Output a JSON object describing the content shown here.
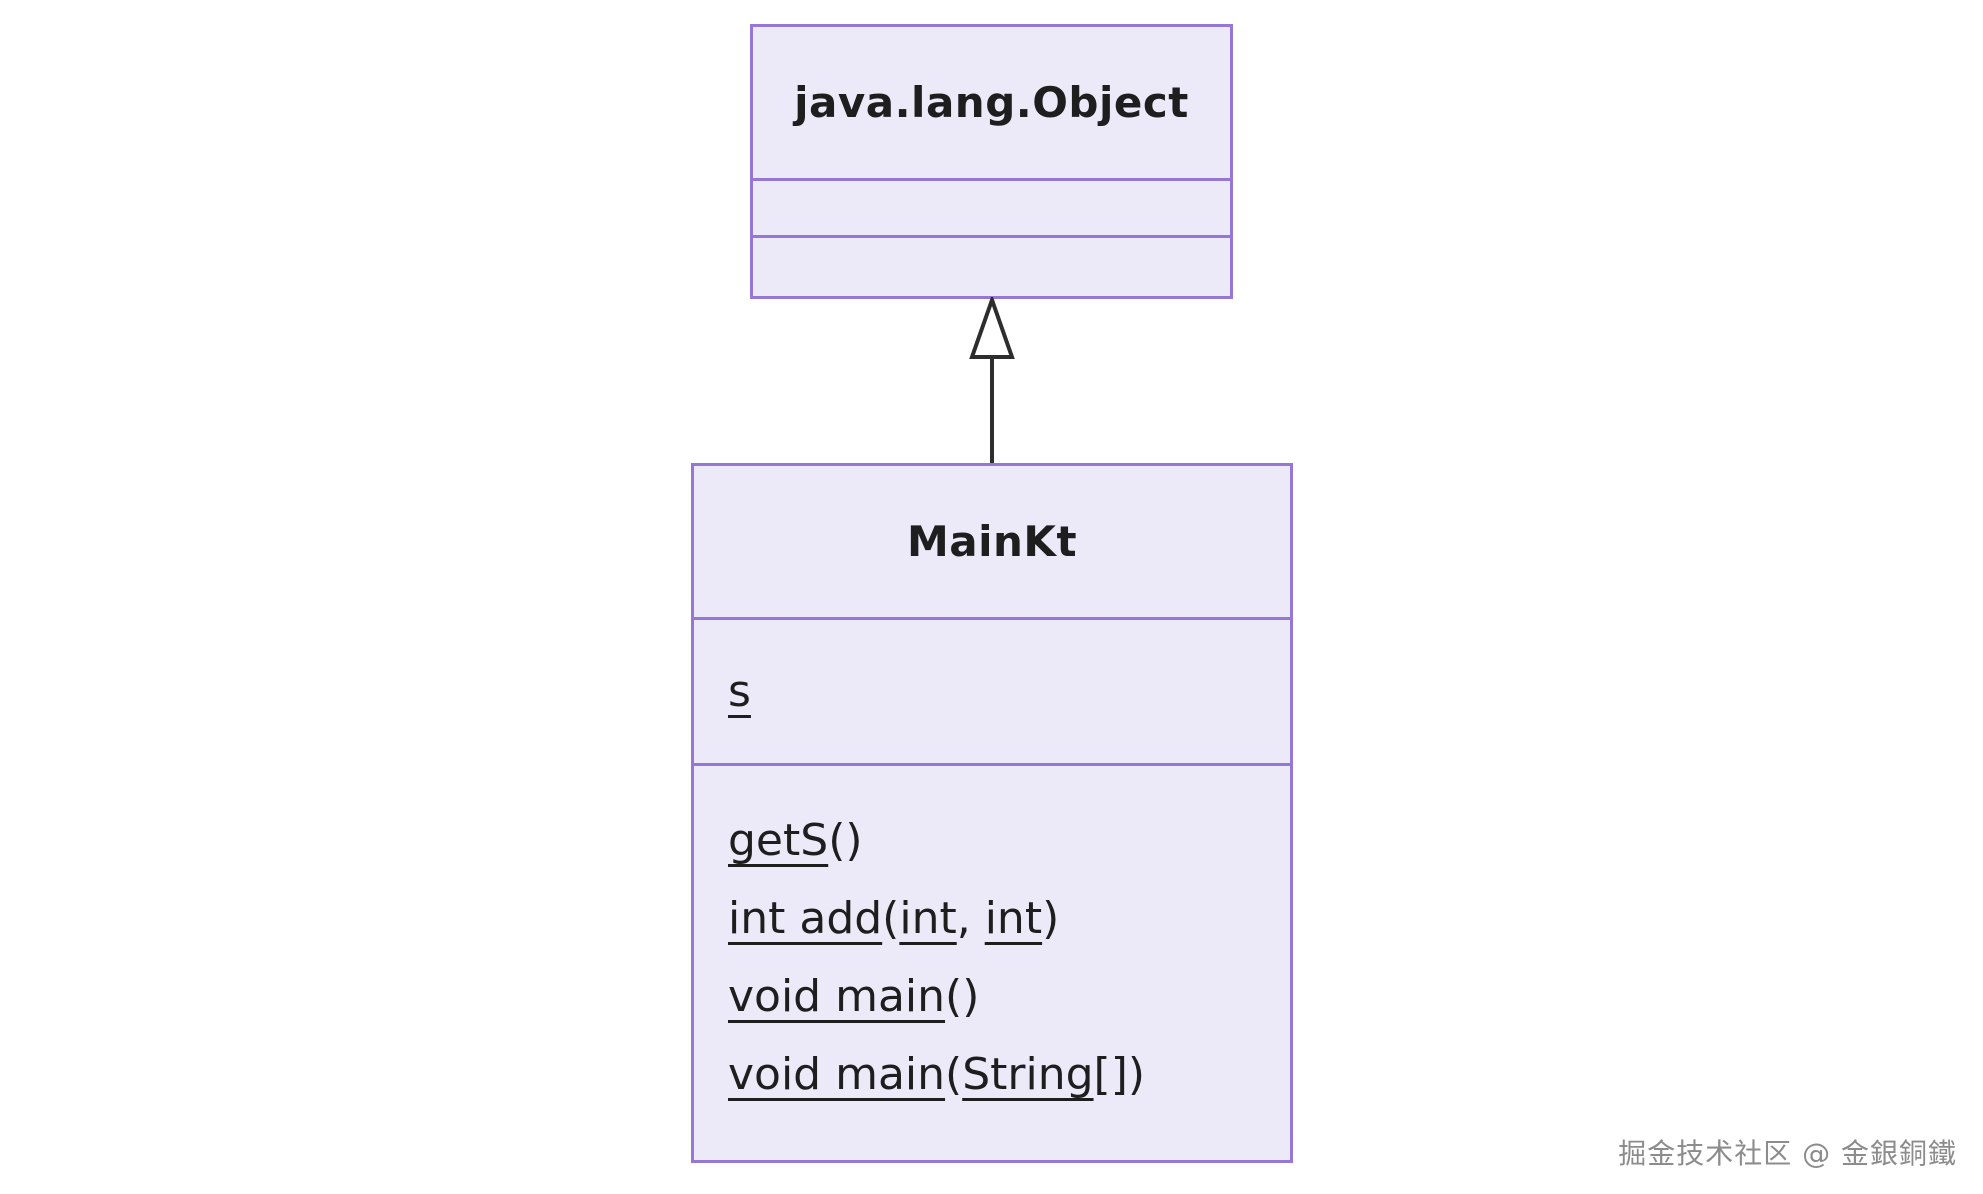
{
  "colors": {
    "background": "#FFFFFF",
    "box_fill": "#ECE9F8",
    "box_border": "#9777D6",
    "member_text": "#1E1E1E",
    "arrow": "#2D2D2D",
    "watermark_text": "#8C8C8C"
  },
  "classes": {
    "parent": {
      "name": "java.lang.Object",
      "attributes": [],
      "methods": []
    },
    "child": {
      "name": "MainKt",
      "attributes": [
        [
          {
            "t": "s",
            "u": true
          }
        ]
      ],
      "methods": [
        [
          {
            "t": "getS",
            "u": true
          },
          {
            "t": "()",
            "u": false
          }
        ],
        [
          {
            "t": "int add",
            "u": true
          },
          {
            "t": "(",
            "u": false
          },
          {
            "t": "int",
            "u": true
          },
          {
            "t": ", ",
            "u": false
          },
          {
            "t": "int",
            "u": true
          },
          {
            "t": ")",
            "u": false
          }
        ],
        [
          {
            "t": "void main",
            "u": true
          },
          {
            "t": "()",
            "u": false
          }
        ],
        [
          {
            "t": "void main",
            "u": true
          },
          {
            "t": "(",
            "u": false
          },
          {
            "t": "String",
            "u": true
          },
          {
            "t": "[])",
            "u": false
          }
        ]
      ]
    }
  },
  "relationship": {
    "type": "generalization",
    "from": "MainKt",
    "to": "java.lang.Object"
  },
  "watermark": {
    "text": "掘金技术社区 @ 金銀銅鐵"
  }
}
